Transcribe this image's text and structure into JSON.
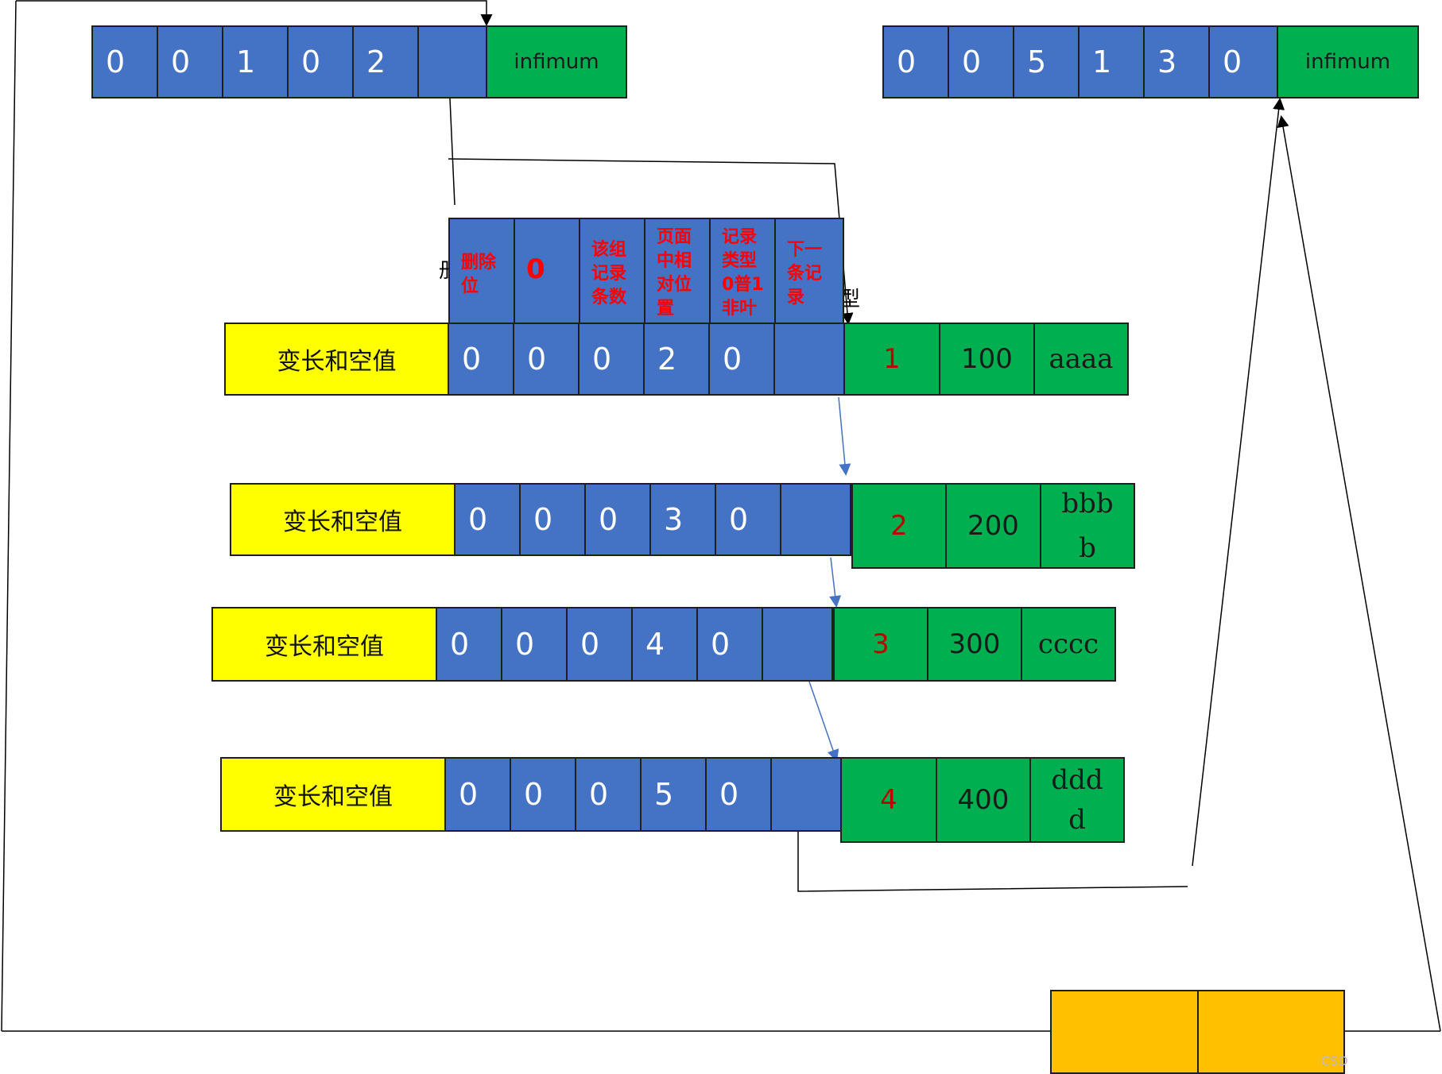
{
  "colors": {
    "blue_cell": "#4472C4",
    "green_cell": "#00B050",
    "yellow_cell": "#FFFF00",
    "orange_cell": "#FFC000",
    "header_text": "#FF0000",
    "record_id_text": "#C00000"
  },
  "top_left_record": {
    "header_values": [
      "0",
      "0",
      "1",
      "0",
      "2",
      ""
    ],
    "label": "infimum"
  },
  "top_right_record": {
    "header_values": [
      "0",
      "0",
      "5",
      "1",
      "3",
      "0"
    ],
    "label": "infimum"
  },
  "header_legend": [
    "删除位",
    "0",
    "该组记录条数",
    "页面中相对位置",
    "记录类型0普1非叶",
    "下一条记录"
  ],
  "clipped_fragments": {
    "left": "册",
    "right": "型"
  },
  "records": [
    {
      "prefix_label": "变长和空值",
      "header_values": [
        "0",
        "0",
        "0",
        "2",
        "0",
        ""
      ],
      "id": "1",
      "value": "100",
      "text": "aaaa"
    },
    {
      "prefix_label": "变长和空值",
      "header_values": [
        "0",
        "0",
        "0",
        "3",
        "0",
        ""
      ],
      "id": "2",
      "value": "200",
      "text": "bbbb"
    },
    {
      "prefix_label": "变长和空值",
      "header_values": [
        "0",
        "0",
        "0",
        "4",
        "0",
        ""
      ],
      "id": "3",
      "value": "300",
      "text": "cccc"
    },
    {
      "prefix_label": "变长和空值",
      "header_values": [
        "0",
        "0",
        "0",
        "5",
        "0",
        ""
      ],
      "id": "4",
      "value": "400",
      "text": "dddd"
    }
  ],
  "watermark": "CSD"
}
